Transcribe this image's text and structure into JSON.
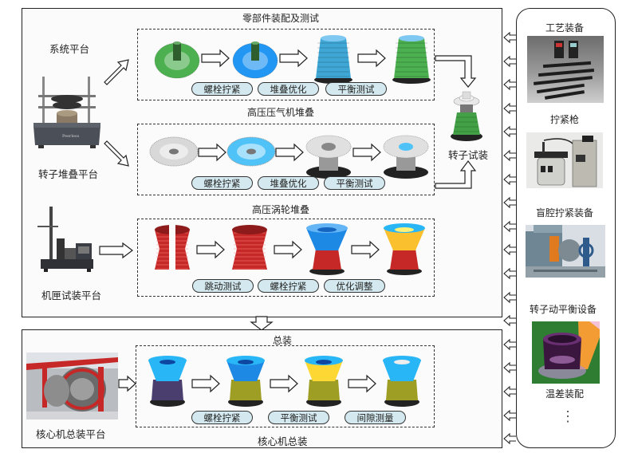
{
  "upper_panel": {
    "platforms": {
      "system": "系统平台",
      "rotor_stack": "转子堆叠平台",
      "casing_trial": "机匣试装平台"
    },
    "groups": [
      {
        "title": "零部件装配及测试",
        "steps": [
          "螺栓拧紧",
          "堆叠优化",
          "平衡测试"
        ],
        "stage_colors": [
          "#4caf50",
          "#2196f3",
          "#3fa7d6",
          "#4caf50"
        ]
      },
      {
        "title": "高压压气机堆叠",
        "steps": [
          "螺栓拧紧",
          "堆叠优化",
          "平衡测试"
        ],
        "stage_colors": [
          "#d8d8d8",
          "#4fc3f7",
          "#e0e0e0",
          "#e0e0e0"
        ]
      },
      {
        "title": "高压涡轮堆叠",
        "steps": [
          "跳动测试",
          "螺栓拧紧",
          "优化调整"
        ],
        "stage_colors": [
          "#c62828",
          "#c62828",
          "#1e88e5",
          "#fbc02d"
        ]
      }
    ],
    "rotor_trial": "转子试装"
  },
  "lower_panel": {
    "title": "总装",
    "platform": "核心机总装平台",
    "steps": [
      "螺栓拧紧",
      "平衡测试",
      "间隙测量"
    ],
    "caption": "核心机总装",
    "stage_colors": [
      "#29b6f6",
      "#1e88e5",
      "#fdd835",
      "#29b6f6"
    ]
  },
  "equipment_panel": {
    "items": [
      {
        "label": "工艺装备"
      },
      {
        "label": "拧紧枪"
      },
      {
        "label": "盲腔拧紧装备"
      },
      {
        "label": "转子动平衡设备"
      },
      {
        "label": "温差装配"
      }
    ],
    "ellipsis": "⋮"
  },
  "colors": {
    "pill_fill": "#d4e9ef",
    "panel_border": "#222222"
  }
}
